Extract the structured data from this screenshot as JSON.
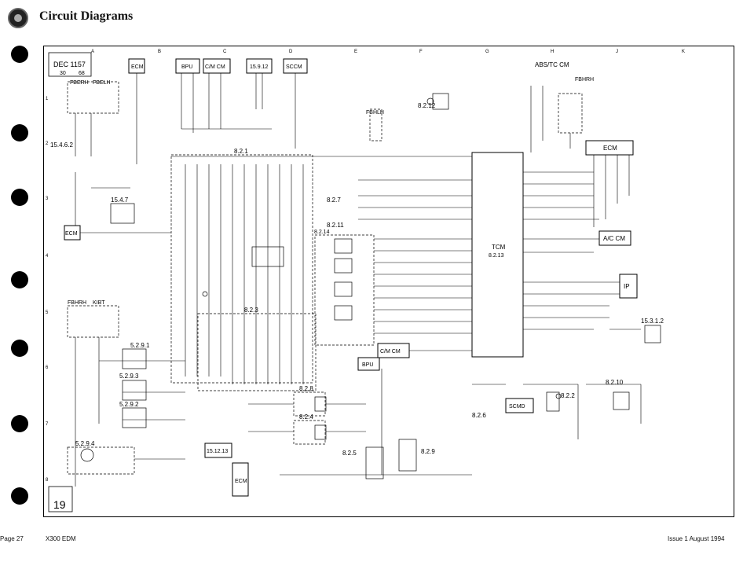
{
  "header": {
    "title": "Circuit Diagrams"
  },
  "sheet": {
    "date": "DEC 1157",
    "sheet_no": "30",
    "sheet_total": "68",
    "chart_no": "19",
    "grid_letters": [
      "A",
      "B",
      "C",
      "D",
      "E",
      "F",
      "G",
      "H",
      "J",
      "K"
    ],
    "grid_numbers": [
      "1",
      "2",
      "3",
      "4",
      "5",
      "6",
      "7",
      "8"
    ]
  },
  "modules": {
    "ecm_top": "ECM",
    "bpu_top": "BPU",
    "cmcm_top": "C/M CM",
    "ref_1592": "15.9.12",
    "sccm": "SCCM",
    "abs_tc_cm": "ABS/TC CM",
    "fbhrh_top": "FBHRH",
    "ecm_right": "ECM",
    "fberh": "FBERH",
    "fbelh": "FBELH",
    "ref_15462": "15.4.6.2",
    "ref_1547": "15.4.7",
    "ecm_left": "ECM",
    "ref_821": "8.2.1",
    "ref_8212": "8.2.12",
    "fbhlh": "FBHLH",
    "ref_827": "8.2.7",
    "ref_8211": "8.2.11",
    "ref_8214": "8.2.14",
    "tcm": "TCM",
    "tcm_ref": "8.2.13",
    "ac_cm": "A/C CM",
    "ip": "IP",
    "fbhrh_left": "FBHRH",
    "kibt": "KIBT",
    "ref_823": "8.2.3",
    "ref_5291": "5.2.9.1",
    "ref_5293": "5.2.9.3",
    "ref_5292": "5.2.9.2",
    "ref_5294": "5.2.9.4",
    "cmcm_mid": "C/M CM",
    "bpu_mid": "BPU",
    "ref_828": "8.2.8",
    "ref_824": "8.2.4",
    "ref_825": "8.2.5",
    "ref_829": "8.2.9",
    "ref_826": "8.2.6",
    "ref_822": "8.2.2",
    "ref_8210": "8.2.10",
    "ref_15312": "15.3.1.2",
    "ref_151213": "15.12.13",
    "ecm_bottom": "ECM",
    "scmd": "SCMD"
  },
  "footer": {
    "page": "Page 27",
    "doc": "X300 EDM",
    "issue": "Issue 1 August 1994"
  }
}
